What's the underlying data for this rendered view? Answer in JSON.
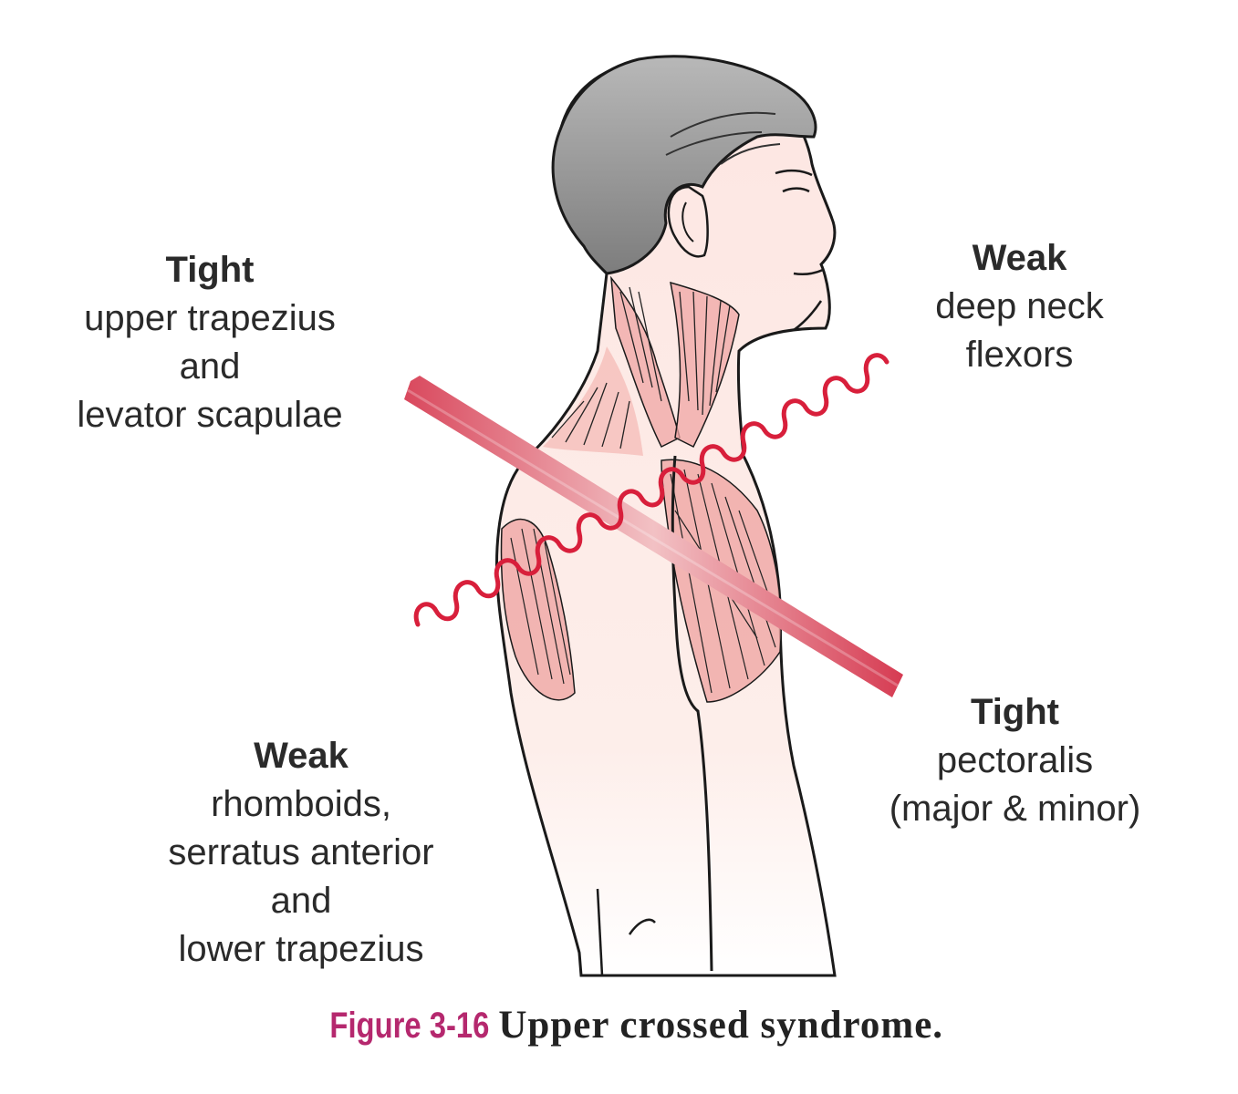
{
  "labels": {
    "top_left": {
      "heading": "Tight",
      "lines": [
        "upper trapezius",
        "and",
        "levator scapulae"
      ]
    },
    "top_right": {
      "heading": "Weak",
      "lines": [
        "deep neck",
        "flexors"
      ]
    },
    "bottom_left": {
      "heading": "Weak",
      "lines": [
        "rhomboids,",
        "serratus anterior",
        "and",
        "lower trapezius"
      ]
    },
    "bottom_right": {
      "heading": "Tight",
      "lines": [
        "pectoralis",
        "(major & minor)"
      ]
    }
  },
  "caption": {
    "number": "Figure 3-16",
    "text": "Upper crossed syndrome."
  },
  "colors": {
    "tight_band": "#d9485d",
    "weak_wave": "#d81f3b",
    "muscle_fill": "#efa6a4",
    "skin_fill": "#fde8e4",
    "hair_fill": "#9a9a9a",
    "caption_number": "#b5286e"
  },
  "icons": [
    "upper-body-profile-illustration",
    "straight-tight-band",
    "wavy-weak-line"
  ]
}
